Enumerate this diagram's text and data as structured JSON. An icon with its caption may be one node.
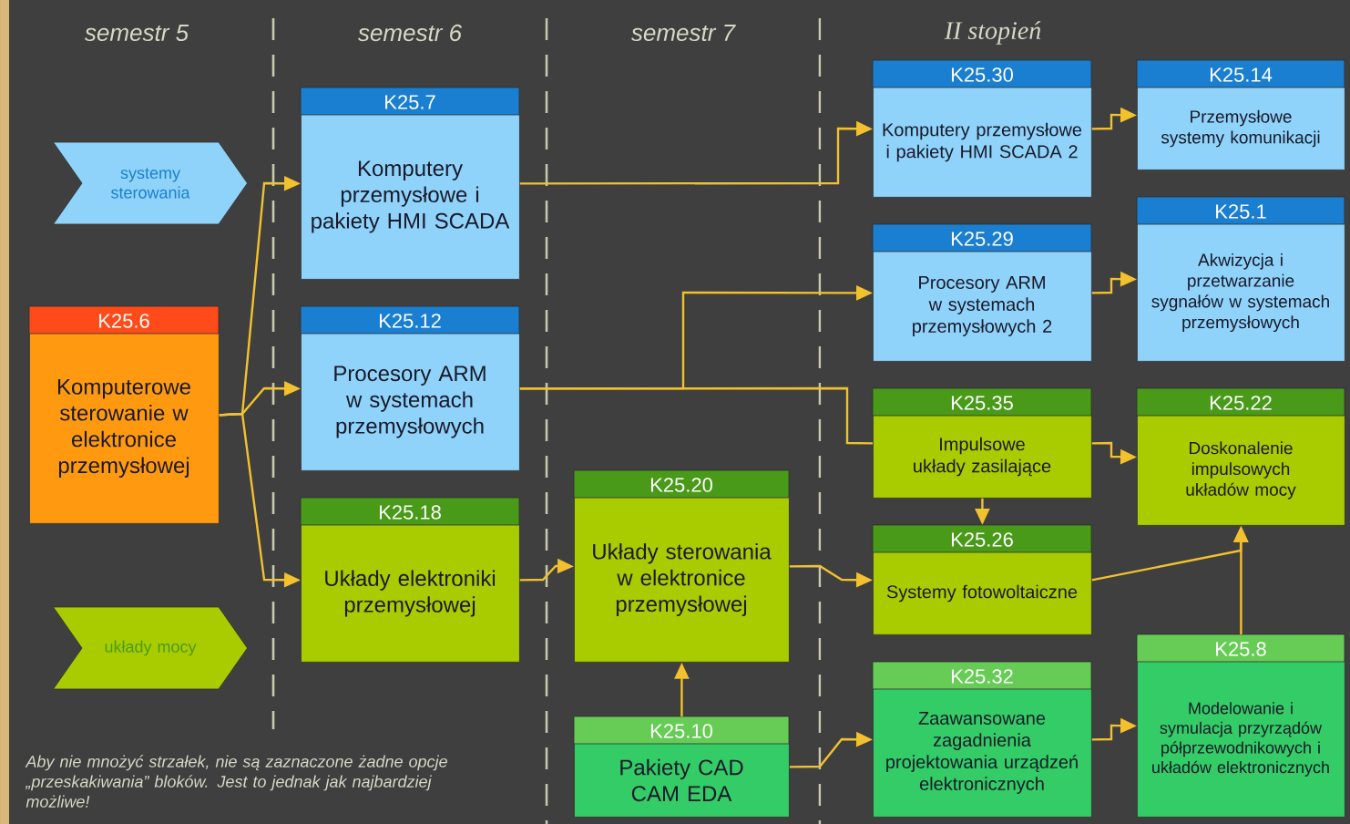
{
  "diagram": {
    "nodes": [
      {
        "text": [
          "systemy sterowania"
        ]
      },
      {
        "text": [
          "K25.6",
          "Komputerowe sterowanie w elektronice przemysłowej"
        ]
      },
      {
        "text": [
          "układy mocy"
        ]
      },
      {
        "text": [
          "K25.7",
          "Komputery przemysłowe i pakiety HMI SCADA"
        ]
      },
      {
        "text": [
          "K25.12",
          "Procesory ARM w systemach przemysłowych"
        ]
      },
      {
        "text": [
          "K25.18",
          "Układy elektroniki przemysłowej"
        ]
      },
      {
        "text": [
          "K25.20",
          "Układy sterowania w elektronice przemysłowej"
        ]
      },
      {
        "text": [
          "K25.10",
          "Pakiety CAD CAM EDA"
        ]
      },
      {
        "text": [
          "K25.30",
          "Komputery przemysłowe i pakiety HMI SCADA 2"
        ]
      },
      {
        "text": [
          "K25.29",
          "Procesory ARM w systemach przemysłowych 2"
        ]
      },
      {
        "text": [
          "K25.35",
          "Impulsowe układy zasilające"
        ]
      },
      {
        "text": [
          "K25.26",
          "Systemy fotowoltaiczne"
        ]
      },
      {
        "text": [
          "K25.32",
          "Zaawansowane zagadnienia projektowania urządzeń elektronicznych"
        ]
      },
      {
        "text": [
          "K25.14",
          "Przemysłowe systemy komunikacji"
        ]
      },
      {
        "text": [
          "K25.1",
          "Akwizycja i przetwarzanie sygnałów w systemach przemysłowych"
        ]
      },
      {
        "text": [
          "K25.22",
          "Doskonalenie impulsowych układów mocy"
        ]
      },
      {
        "text": [
          "K25.8",
          "Modelowanie i symulacja przyrządów półprzewodnikowych i układów elektronicznych"
        ]
      }
    ],
    "edges": [
      {
        "from": 1,
        "to": 3,
        "arrow": "to"
      },
      {
        "from": 1,
        "to": 4,
        "arrow": "to"
      },
      {
        "from": 1,
        "to": 5,
        "arrow": "to"
      },
      {
        "from": 3,
        "to": 8,
        "arrow": "to"
      },
      {
        "from": 4,
        "to": 9,
        "arrow": "to"
      },
      {
        "from": 4,
        "to": 10,
        "arrow": "none"
      },
      {
        "from": 5,
        "to": 6,
        "arrow": "to"
      },
      {
        "from": 7,
        "to": 6,
        "arrow": "to"
      },
      {
        "from": 6,
        "to": 11,
        "arrow": "to"
      },
      {
        "from": 7,
        "to": 12,
        "arrow": "to"
      },
      {
        "from": 8,
        "to": 13,
        "arrow": "to"
      },
      {
        "from": 9,
        "to": 14,
        "arrow": "to"
      },
      {
        "from": 10,
        "to": 15,
        "arrow": "to"
      },
      {
        "from": 10,
        "to": 11,
        "arrow": "to"
      },
      {
        "from": 11,
        "to": 15,
        "arrow": "to"
      },
      {
        "from": 16,
        "to": 15,
        "arrow": "to"
      },
      {
        "from": 12,
        "to": 16,
        "arrow": "to"
      }
    ],
    "labels": [
      "semestr 5",
      "semestr 6",
      "semestr 7",
      "II stopień",
      "Aby nie mnożyć strzałek, nie są zaznaczone żadne opcje „przeskakiwania” bloków. Jest to jednak jak najbardziej możliwe!"
    ]
  }
}
